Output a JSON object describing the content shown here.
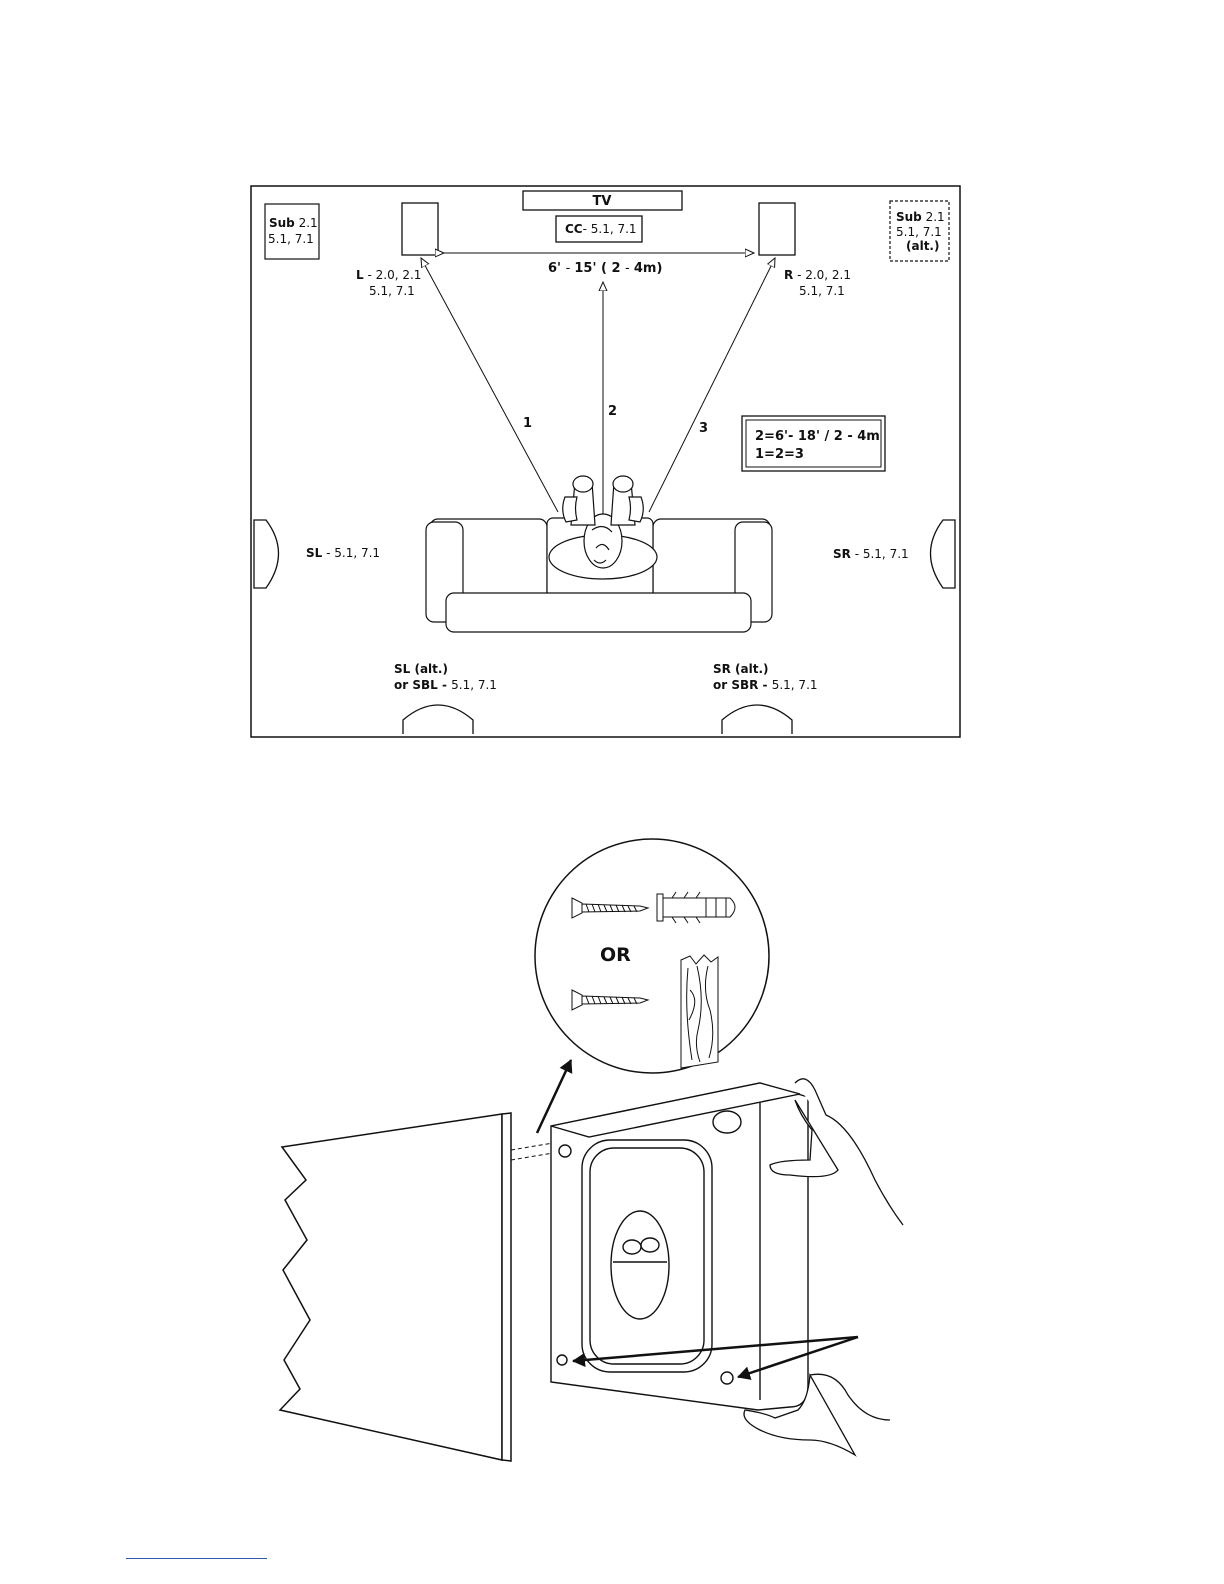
{
  "layout_diagram": {
    "tv": "TV",
    "center": {
      "code": "CC",
      "text": "- 5.1, 7.1"
    },
    "sub_left": {
      "code": "Sub",
      "line1": " 2.1",
      "line2": "5.1, 7.1"
    },
    "sub_right": {
      "code": "Sub",
      "line1": " 2.1",
      "line2": "5.1, 7.1",
      "line3": "(alt.)"
    },
    "left": {
      "code": "L",
      "line1": " - 2.0, 2.1",
      "line2": "5.1, 7.1"
    },
    "right": {
      "code": "R",
      "line1": " - 2.0, 2.1",
      "line2": "5.1, 7.1"
    },
    "distance": {
      "a": "6' ",
      "b": "- ",
      "c": "15' ( 2 ",
      "d": "- ",
      "e": "4m)"
    },
    "path_1": "1",
    "path_2": "2",
    "path_3": "3",
    "rule_line1": "2=6'- 18' / 2 - 4m",
    "rule_line2": "1=2=3",
    "surround_left": {
      "code": "SL",
      "text": " - 5.1, 7.1"
    },
    "surround_right": {
      "code": "SR",
      "text": " - 5.1, 7.1"
    },
    "rear_left": {
      "line1": "SL (alt.)",
      "code": "or SBL - ",
      "text": "5.1, 7.1"
    },
    "rear_right": {
      "line1": "SR (alt.)",
      "code": "or SBR - ",
      "text": "5.1, 7.1"
    }
  },
  "mounting_diagram": {
    "or_label": "OR"
  },
  "colors": {
    "ink": "#111111",
    "rule": "#3355aa"
  }
}
